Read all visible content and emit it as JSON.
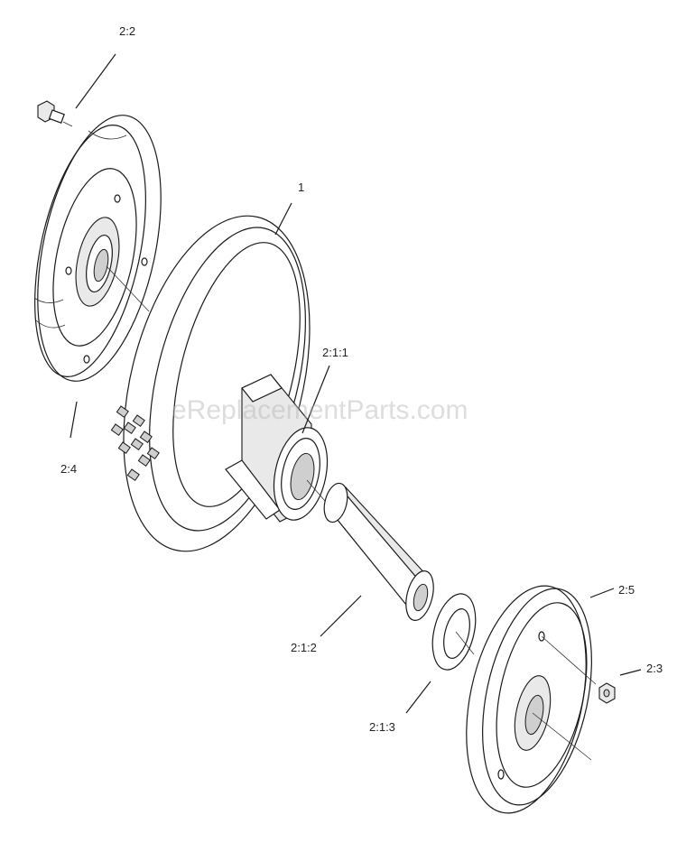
{
  "callouts": {
    "c_2_2": "2:2",
    "c_1": "1",
    "c_2_1_1": "2:1:1",
    "c_2_4": "2:4",
    "c_2_5": "2:5",
    "c_2_3": "2:3",
    "c_2_1_2": "2:1:2",
    "c_2_1_3": "2:1:3"
  },
  "watermark": "eReplacementParts.com"
}
